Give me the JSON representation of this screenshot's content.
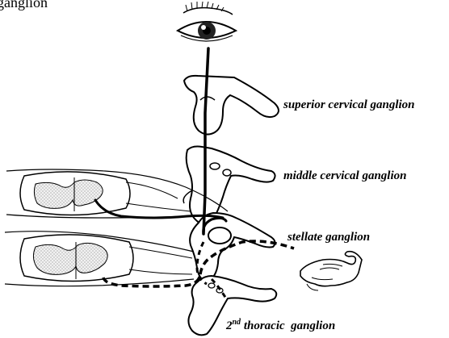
{
  "top_fragment": "ganglion",
  "labels": {
    "superior": "superior cervical ganglion",
    "middle": "middle cervical ganglion",
    "stellate": "stellate ganglion",
    "thoracic_num": "2",
    "thoracic_sup": "nd",
    "thoracic_rest": " thoracic  ganglion"
  },
  "icons": {
    "eye": "eye-icon",
    "hand": "hand-icon",
    "spinal_cord": "spinal-cord-section"
  }
}
